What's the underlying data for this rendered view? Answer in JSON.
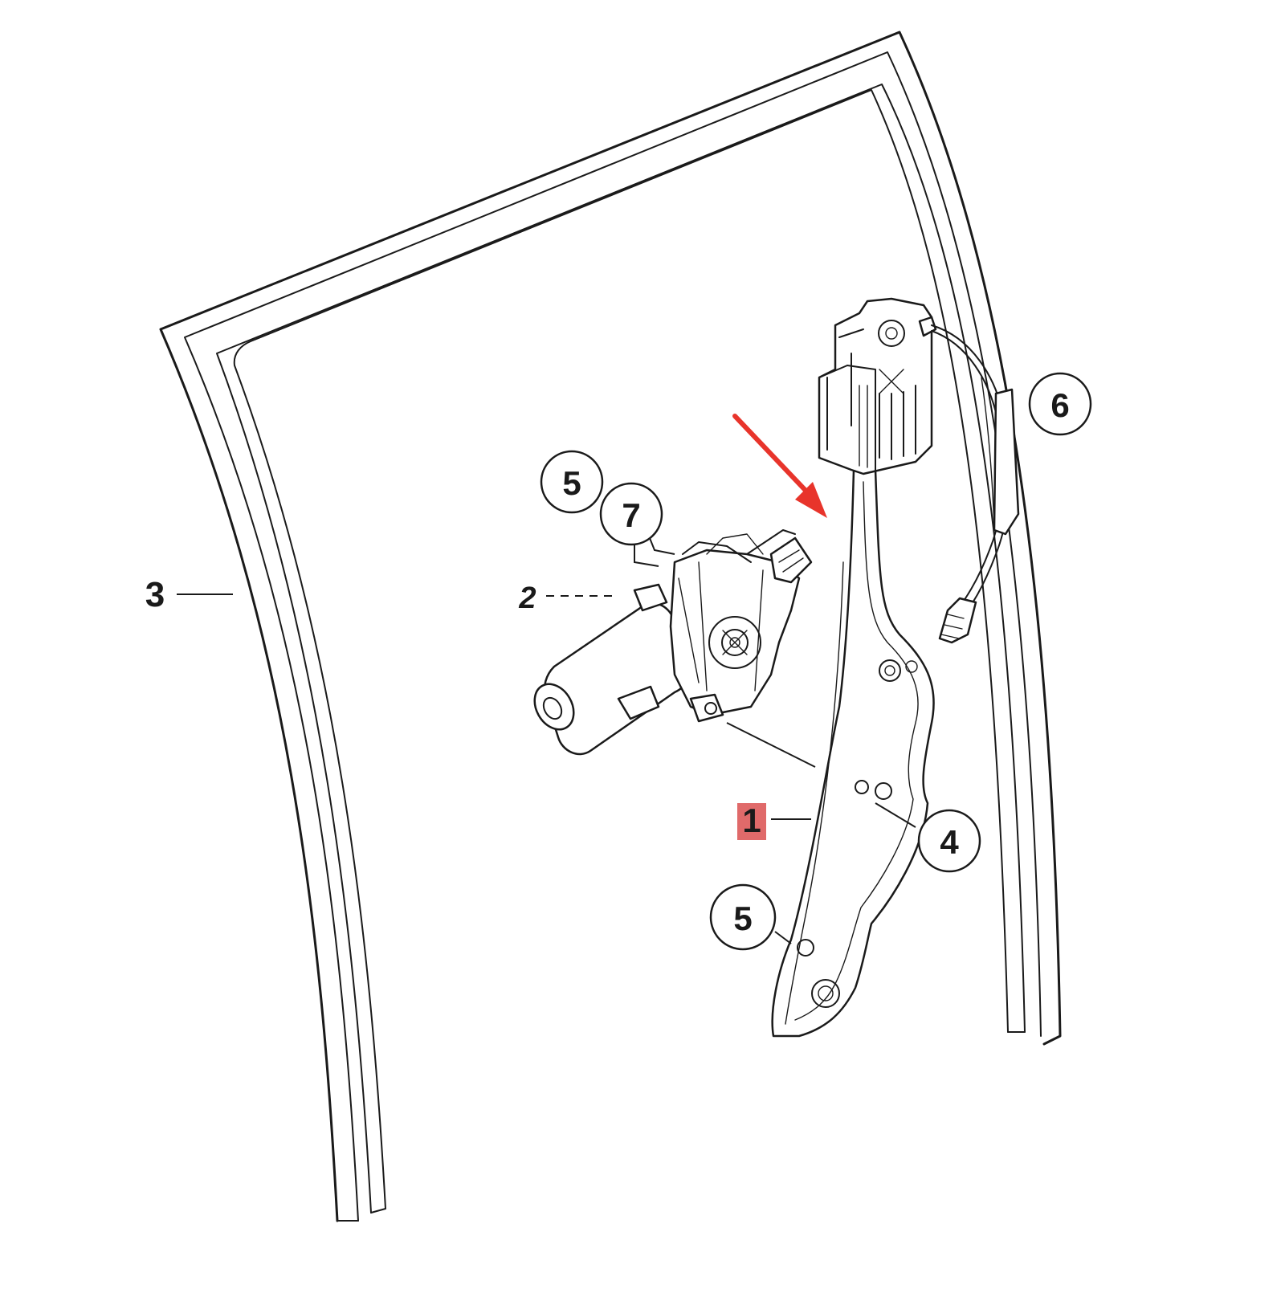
{
  "callouts": {
    "c1": "1",
    "c2": "2",
    "c3": "3",
    "c4": "4",
    "c5_top": "5",
    "c5_bottom": "5",
    "c6": "6",
    "c7": "7"
  },
  "colors": {
    "highlight": "#e06a6a",
    "arrow": "#e8342b",
    "ink": "#1a1a1a"
  },
  "icons": {
    "pointer": "red-arrow-icon"
  }
}
